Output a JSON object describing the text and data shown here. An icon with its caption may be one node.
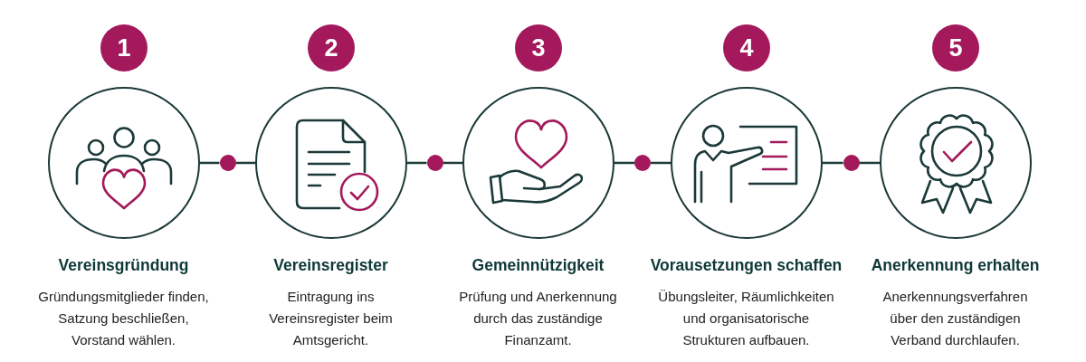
{
  "diagram": {
    "nodes": [
      {
        "text": [
          "1"
        ]
      },
      {
        "text": [
          "Vereinsgründung",
          "Gründungsmitglieder finden, Satzung beschließen, Vorstand wählen."
        ]
      },
      {
        "text": [],
        "shape": "circle"
      },
      {
        "text": [
          "2"
        ]
      },
      {
        "text": [
          "Vereinsregister",
          "Eintragung ins Vereinsregister beim Amtsgericht."
        ]
      },
      {
        "text": [],
        "shape": "circle"
      },
      {
        "text": [
          "3"
        ]
      },
      {
        "text": [
          "Gemeinnützigkeit",
          "Prüfung und Anerkennung durch das zuständige Finanzamt."
        ]
      },
      {
        "text": [],
        "shape": "circle"
      },
      {
        "text": [
          "4"
        ]
      },
      {
        "text": [
          "Vorausetzungen schaffen",
          "Übungsleiter, Räumlichkeiten und organisatorische Strukturen aufbauen."
        ]
      },
      {
        "text": [],
        "shape": "circle"
      },
      {
        "text": [
          "5"
        ]
      },
      {
        "text": [
          "Anerkennung erhalten",
          "Anerkennungsverfahren über den zuständigen Verband durchlaufen."
        ]
      }
    ],
    "edges": [
      {
        "from": 1,
        "to": 2,
        "arrow": "none"
      },
      {
        "from": 2,
        "to": 4,
        "arrow": "none"
      },
      {
        "from": 4,
        "to": 5,
        "arrow": "none"
      },
      {
        "from": 5,
        "to": 7,
        "arrow": "none"
      },
      {
        "from": 7,
        "to": 8,
        "arrow": "none"
      },
      {
        "from": 8,
        "to": 10,
        "arrow": "none"
      },
      {
        "from": 10,
        "to": 11,
        "arrow": "none"
      },
      {
        "from": 11,
        "to": 13,
        "arrow": "none"
      }
    ]
  }
}
